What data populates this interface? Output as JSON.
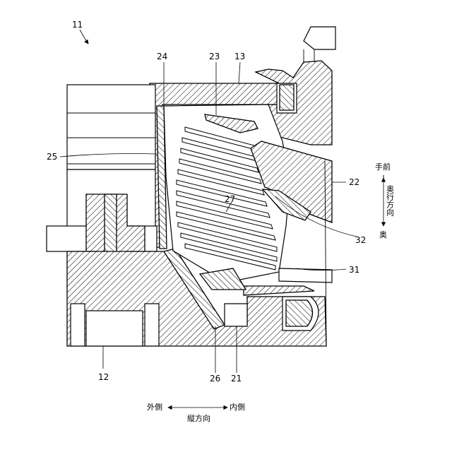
{
  "figure": {
    "ref_main": "11",
    "labels": {
      "l13": "13",
      "l23": "23",
      "l24": "24",
      "l25": "25",
      "l22": "22",
      "l27": "27",
      "l32": "32",
      "l31": "31",
      "l12": "12",
      "l26": "26",
      "l21": "21"
    },
    "directions": {
      "vertical_top": "手前",
      "vertical_middle": "奥行方向",
      "vertical_bottom": "奥",
      "horizontal_left": "外側",
      "horizontal_right": "内側",
      "horizontal_caption": "縦方向"
    }
  }
}
